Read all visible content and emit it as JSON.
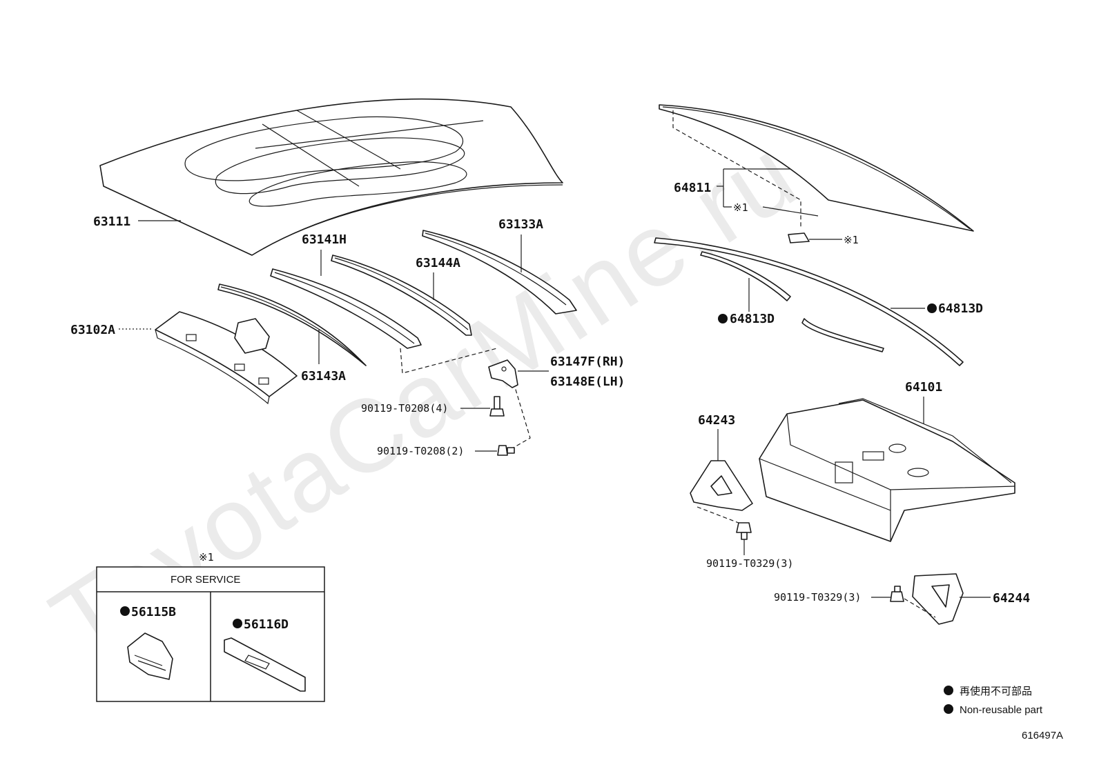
{
  "watermark": "ToyotaCarMine.ru",
  "diagram_id": "616497A",
  "labels": {
    "p63111": "63111",
    "p63141H": "63141H",
    "p63133A": "63133A",
    "p63144A": "63144A",
    "p63102A": "63102A",
    "p63143A": "63143A",
    "p63147F": "63147F(RH)",
    "p63148E": "63148E(LH)",
    "b90119_4": "90119-T0208(4)",
    "b90119_2": "90119-T0208(2)",
    "p64811": "64811",
    "mark1a": "※1",
    "mark1b": "※1",
    "p64813D_a": "64813D",
    "p64813D_b": "64813D",
    "p64101": "64101",
    "p64243": "64243",
    "b90119_3a": "90119-T0329(3)",
    "b90119_3b": "90119-T0329(3)",
    "p64244": "64244"
  },
  "service_box": {
    "mark": "※1",
    "title": "FOR SERVICE",
    "left_part": "56115B",
    "right_part": "56116D"
  },
  "legend": {
    "jp": "再使用不可部品",
    "en": "Non-reusable part"
  }
}
